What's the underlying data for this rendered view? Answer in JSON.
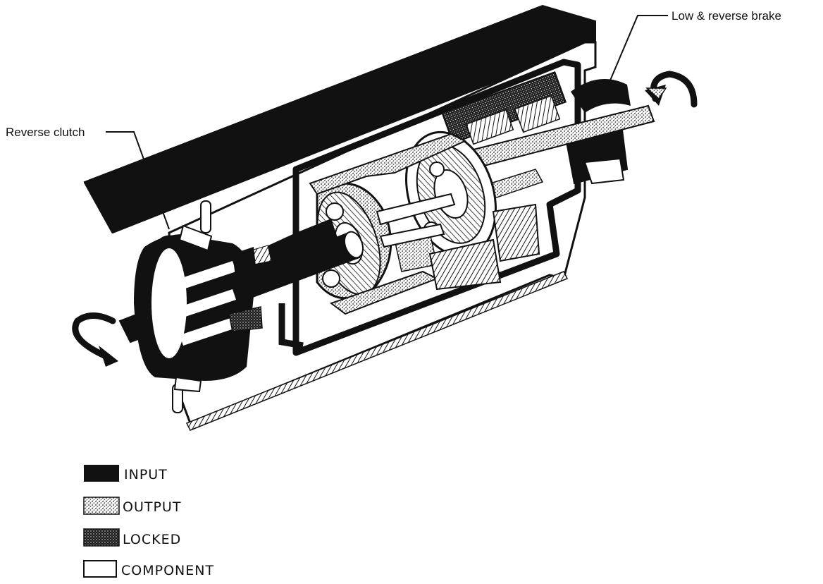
{
  "callouts": {
    "low_reverse_brake": "Low & reverse brake",
    "reverse_clutch": "Reverse clutch"
  },
  "legend": [
    {
      "key": "input",
      "label": "INPUT",
      "swatch": "solid-black"
    },
    {
      "key": "output",
      "label": "OUTPUT",
      "swatch": "light-stipple"
    },
    {
      "key": "locked",
      "label": "LOCKED",
      "swatch": "dark-stipple"
    },
    {
      "key": "component",
      "label": "COMPONENT",
      "swatch": "outline"
    }
  ],
  "colors": {
    "ink": "#111111",
    "paper": "#ffffff",
    "stipple_light": "#bdbdbd",
    "stipple_dark": "#3a3a3a"
  },
  "icons": {
    "input_rotation": "curved-arrow-icon",
    "output_rotation": "curved-arrow-icon"
  }
}
